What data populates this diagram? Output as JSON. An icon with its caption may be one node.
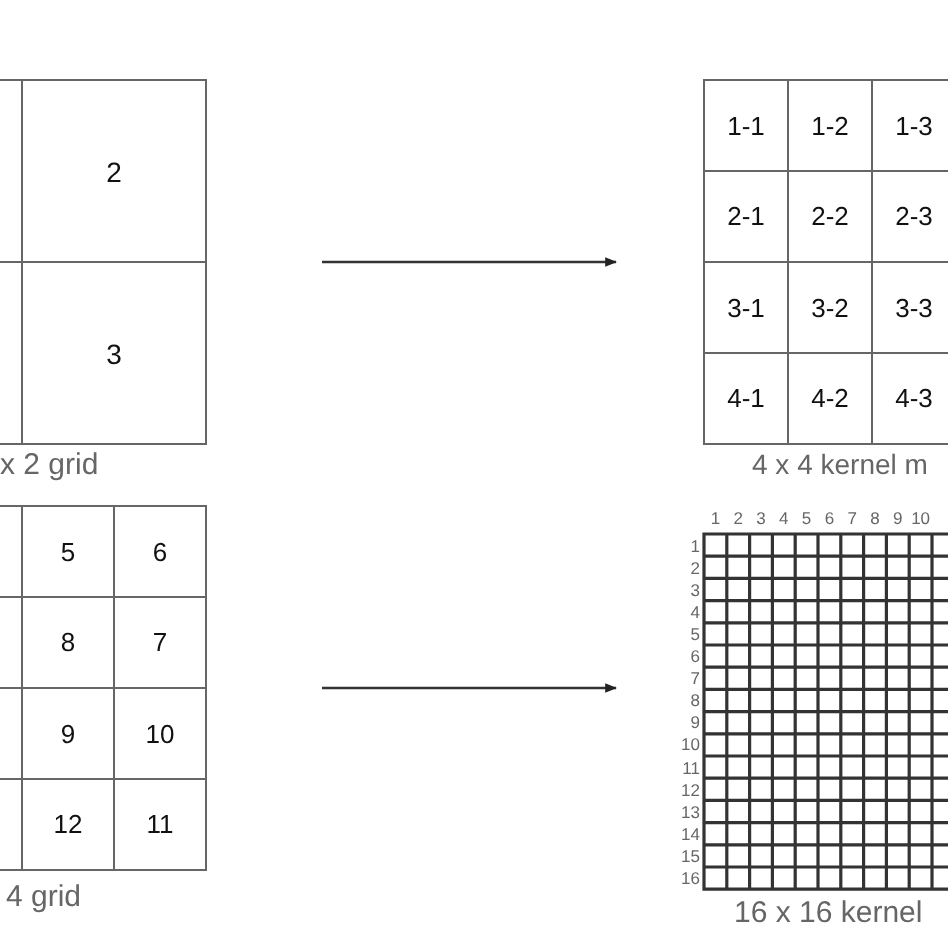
{
  "diagram": {
    "nodes": [
      {
        "text": [
          "2",
          "3"
        ],
        "beside": [
          "x 2 grid"
        ]
      },
      {
        "text": [
          "1-1",
          "1-2",
          "1-3",
          "2-1",
          "2-2",
          "2-3",
          "3-1",
          "3-2",
          "3-3",
          "4-1",
          "4-2",
          "4-3"
        ],
        "beside": [
          "4 x 4 kernel m"
        ]
      },
      {
        "text": [
          "5",
          "6",
          "8",
          "7",
          "9",
          "10",
          "12",
          "11"
        ],
        "beside": [
          "4 grid"
        ]
      },
      {
        "text": [],
        "shape": "box",
        "beside": [
          "1",
          "2",
          "3",
          "4",
          "5",
          "6",
          "7",
          "8",
          "9",
          "10",
          "1",
          "2",
          "3",
          "4",
          "5",
          "6",
          "7",
          "8",
          "9",
          "10",
          "11",
          "12",
          "13",
          "14",
          "15",
          "16",
          "16 x 16 kernel"
        ]
      }
    ],
    "edges": [
      {
        "from": 0,
        "to": 1,
        "arrow": "to"
      },
      {
        "from": 2,
        "to": 3,
        "arrow": "to"
      }
    ]
  }
}
